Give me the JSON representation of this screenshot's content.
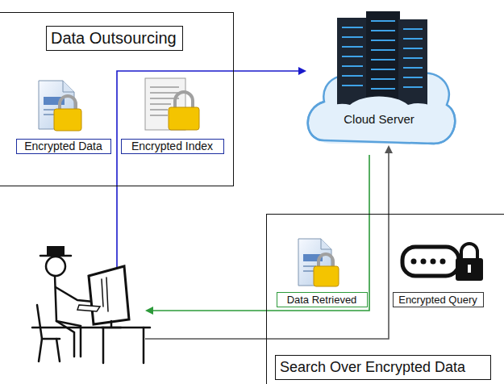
{
  "diagram": {
    "nodes": [
      {
        "text": [
          "Data Outsourcing"
        ]
      },
      {
        "text": [
          "Encrypted Data"
        ],
        "in": 0
      },
      {
        "text": [
          "Encrypted Index"
        ],
        "in": 0
      },
      {
        "text": [
          "Cloud Server"
        ]
      },
      {
        "text": [
          "Search Over Encrypted Data"
        ]
      },
      {
        "text": [
          "Data Retrieved"
        ],
        "in": 4
      },
      {
        "text": [
          "Encrypted Query"
        ],
        "in": 4
      }
    ]
  }
}
